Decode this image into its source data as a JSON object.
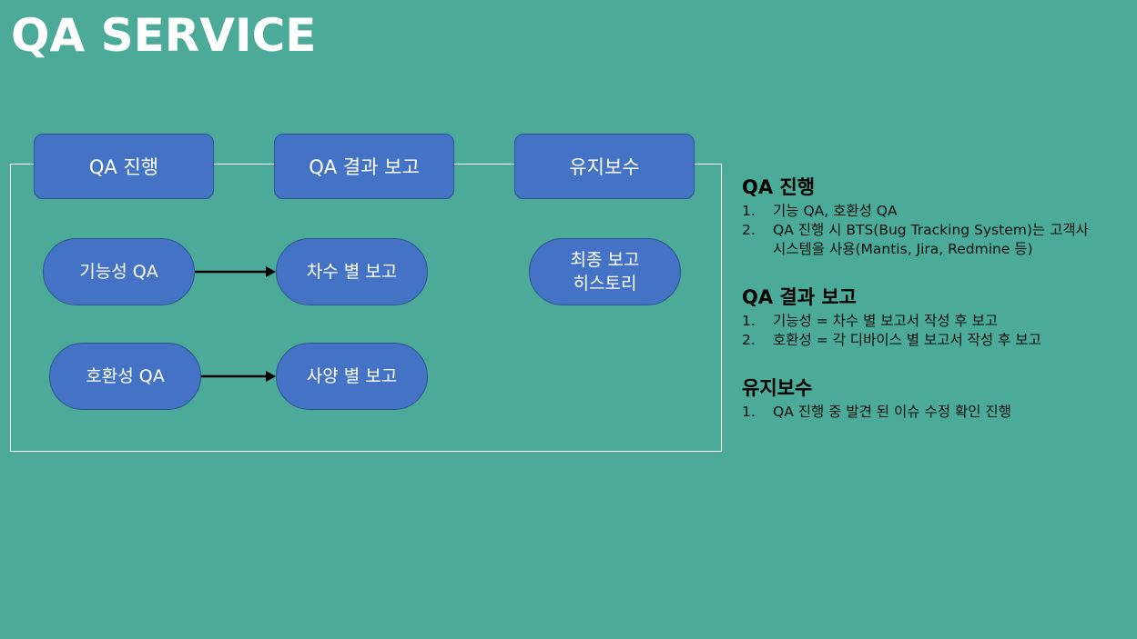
{
  "title": "QA SERVICE",
  "headers": [
    "QA 진행",
    "QA 결과 보고",
    "유지보수"
  ],
  "pills": {
    "functional_qa": "기능성 QA",
    "round_report": "차수 별 보고",
    "compat_qa": "호환성 QA",
    "spec_report": "사양 별 보고",
    "final_history": [
      "최종 보고",
      "히스토리"
    ]
  },
  "sections": [
    {
      "heading": "QA 진행",
      "items": [
        {
          "num": "1.",
          "lines": [
            "기능 QA, 호환성 QA"
          ]
        },
        {
          "num": "2.",
          "lines": [
            "QA 진행 시 BTS(Bug Tracking System)는 고객사",
            "시스템을 사용(Mantis, Jira, Redmine 등)"
          ]
        }
      ]
    },
    {
      "heading": "QA 결과 보고",
      "items": [
        {
          "num": "1.",
          "lines": [
            "기능성 = 차수 별 보고서 작성 후 보고"
          ]
        },
        {
          "num": "2.",
          "lines": [
            "호환성 = 각 디바이스 별 보고서 작성 후 보고"
          ]
        }
      ]
    },
    {
      "heading": "유지보수",
      "items": [
        {
          "num": "1.",
          "lines": [
            "QA 진행 중 발견 된 이슈 수정 확인 진행"
          ]
        }
      ]
    }
  ],
  "colors": {
    "background": "#4BAA98",
    "box_fill": "#4472C4",
    "box_border": "#2F528F"
  }
}
